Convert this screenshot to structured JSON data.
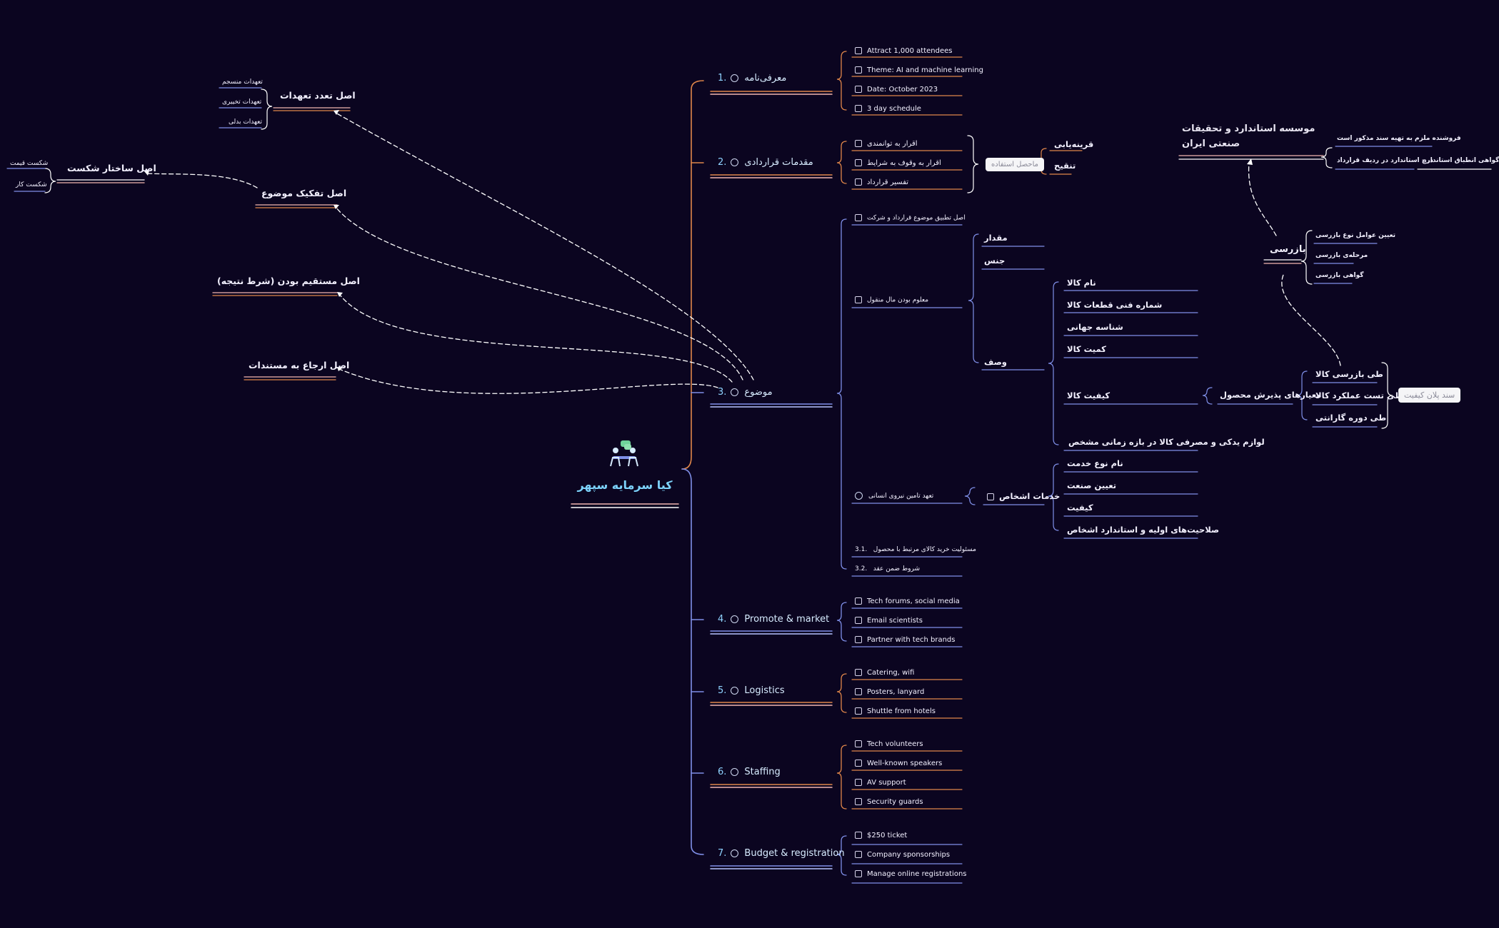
{
  "central": {
    "title": "کیا سرمایه سپهر",
    "icon": "meeting-people-icon"
  },
  "colors": {
    "background": "#0b0520",
    "orange": "#e0864a",
    "blue": "#7f8fe8",
    "pink": "#f2b6b0",
    "cyan": "#7dd3fc"
  },
  "branches": [
    {
      "num": "1.",
      "label": "معرفی‌نامه",
      "items": [
        "Attract 1,000 attendees",
        "Theme: AI and machine learning",
        "Date: October 2023",
        "3 day schedule"
      ]
    },
    {
      "num": "2.",
      "label": "مقدمات قراردادی",
      "items": [
        "اقرار به توانمندی",
        "اقرار به وقوف به شرایط",
        "تفسیر قرارداد"
      ]
    },
    {
      "num": "3.",
      "label": "موضوع"
    },
    {
      "num": "4.",
      "label": "Promote & market",
      "items": [
        "Tech forums, social media",
        "Email scientists",
        "Partner with tech brands"
      ]
    },
    {
      "num": "5.",
      "label": "Logistics",
      "items": [
        "Catering, wifi",
        "Posters, lanyard",
        "Shuttle from hotels"
      ]
    },
    {
      "num": "6.",
      "label": "Staffing",
      "items": [
        "Tech volunteers",
        "Well-known speakers",
        "AV support",
        "Security guards"
      ]
    },
    {
      "num": "7.",
      "label": "Budget & registration",
      "items": [
        "$250 ticket",
        "Company sponsorships",
        "Manage online registrations"
      ]
    }
  ],
  "interpretation": {
    "box": "ماحصل استفاده",
    "items": [
      "قرینه‌یابی",
      "تنقیح"
    ]
  },
  "subject": {
    "item1": "اصل تطبیق موضوع قرارداد و شرکت",
    "item2": "معلوم بودن مال منقول",
    "item3": "تعهد تامین نیروی انسانی",
    "item4": {
      "num": "3.1.",
      "text": "مسئولیت خرید کالای مرتبط با محصول"
    },
    "item5": {
      "num": "3.2.",
      "text": "شروط ضمن عقد"
    },
    "goods": [
      "مقدار",
      "جنس",
      "وصف"
    ],
    "desc": [
      "نام کالا",
      "شماره فنی قطعات کالا",
      "شناسه جهانی",
      "کمیت کالا",
      "کیفیت کالا",
      "لوازم یدکی و مصرفی کالا در بازه زمانی مشخص"
    ],
    "services_label": "خدمات اشخاص",
    "services": [
      "نام نوع خدمت",
      "تعیین صنعت",
      "کیفیت",
      "صلاحیت‌های اولیه و استاندارد اشخاص"
    ],
    "criteria_label": "معیارهای پذیرش محصول",
    "criteria": [
      "طی بازرسی کالا",
      "طی تست عملکرد کالا",
      "طی دوره گارانتی"
    ],
    "quality_box": "سند پلان کیفیت"
  },
  "inspection": {
    "label": "بازرسی",
    "items": [
      "تعیین عوامل نوع بازرسی",
      "مرحله‌ی بازرسی",
      "گواهی بازرسی"
    ]
  },
  "institute": {
    "title": "موسسه استاندارد و تحقیقات صنعتی ایران",
    "items": [
      "فروشنده ملزم به تهیه سند مذکور است",
      "درج استاندارد در ردیف قرارداد"
    ],
    "extra": "گواهی انطباق استاندارد"
  },
  "principles": [
    {
      "label": "اصل تعدد تعهدات",
      "items": [
        "تعهدات منسجم",
        "تعهدات تخییری",
        "تعهدات بدلی"
      ]
    },
    {
      "label": "اصل تفکیک موضوع"
    },
    {
      "label": "اصل ساختار شکست",
      "items": [
        "شکست قیمت",
        "شکست کار"
      ]
    },
    {
      "label": "اصل مستقیم بودن (شرط نتیجه)"
    },
    {
      "label": "اصل ارجاع به مستندات"
    }
  ]
}
